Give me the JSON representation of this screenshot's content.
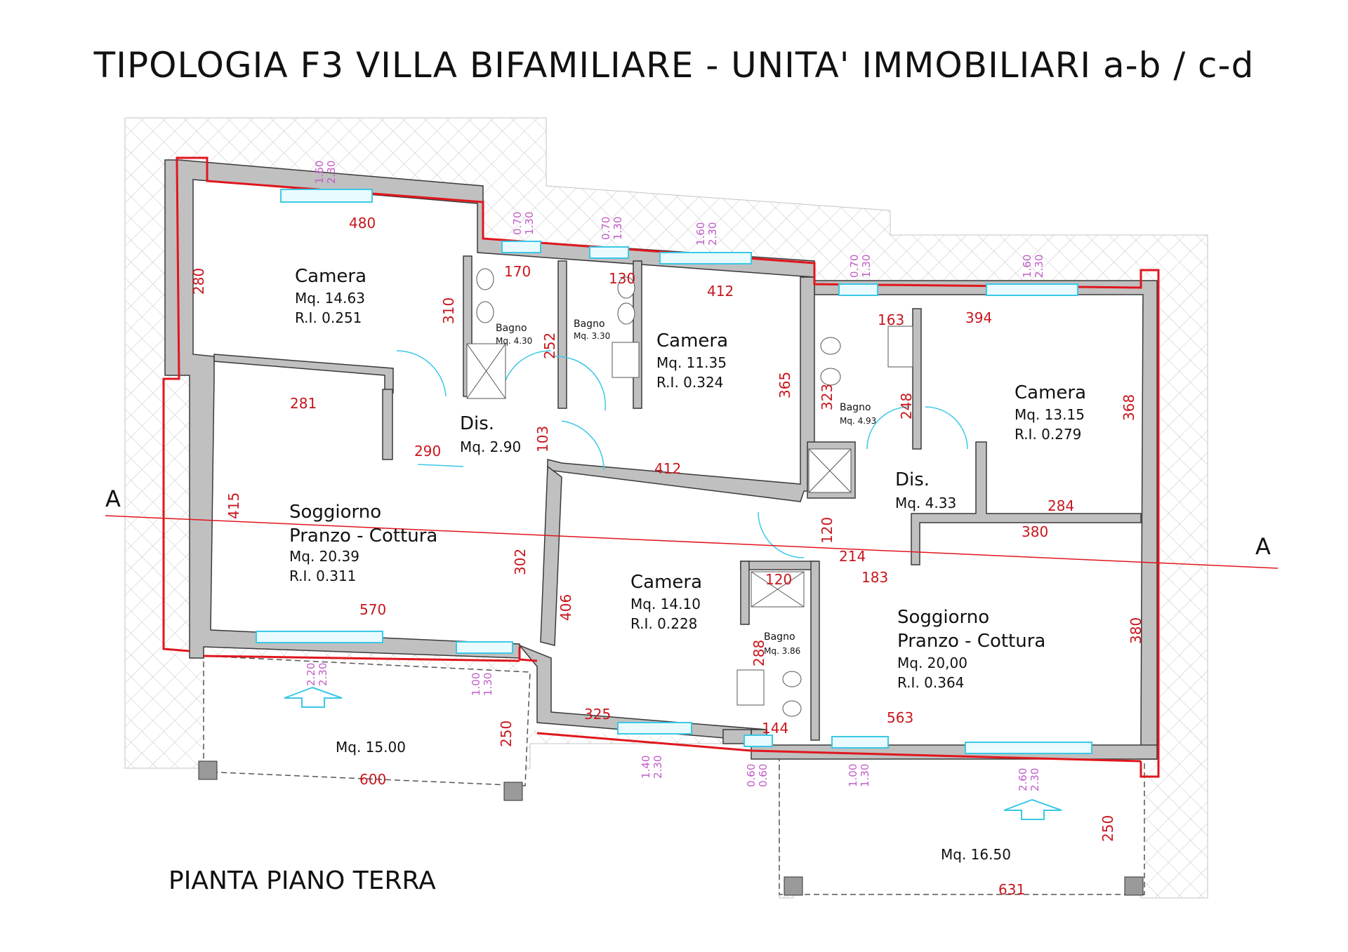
{
  "title": "TIPOLOGIA F3 VILLA BIFAMILIARE - UNITA' IMMOBILIARI  a-b / c-d",
  "subtitle": "PIANTA PIANO TERRA",
  "section_marks": [
    "A",
    "A"
  ],
  "colors": {
    "wall": "#c0c0c0",
    "wall_outline": "#3a3a3a",
    "outer_line": "#e0161d",
    "dimension": "#c8161d",
    "window": "#3cc8e6",
    "window_label": "#c05cc8",
    "hatch": "#bdbdbd"
  },
  "rooms": [
    {
      "name": "Camera",
      "area": "Mq. 14.63",
      "ri": "R.I. 0.251"
    },
    {
      "name": "Bagno",
      "area": "Mq. 4.30"
    },
    {
      "name": "Bagno",
      "area": "Mq. 3.30"
    },
    {
      "name": "Camera",
      "area": "Mq. 11.35",
      "ri": "R.I. 0.324"
    },
    {
      "name": "Dis.",
      "area": "Mq. 2.90"
    },
    {
      "name": "Soggiorno",
      "name2": "Pranzo - Cottura",
      "area": "Mq. 20.39",
      "ri": "R.I. 0.311"
    },
    {
      "name": "Camera",
      "area": "Mq. 14.10",
      "ri": "R.I. 0.228"
    },
    {
      "name": "Bagno",
      "area": "Mq. 3.86"
    },
    {
      "name": "Bagno",
      "area": "Mq. 4.93"
    },
    {
      "name": "Dis.",
      "area": "Mq. 4.33"
    },
    {
      "name": "Camera",
      "area": "Mq. 13.15",
      "ri": "R.I. 0.279"
    },
    {
      "name": "Soggiorno",
      "name2": "Pranzo - Cottura",
      "area": "Mq. 20,00",
      "ri": "R.I. 0.364"
    }
  ],
  "porches": [
    {
      "area": "Mq. 15.00",
      "width": "600",
      "depth": "250"
    },
    {
      "area": "Mq. 16.50",
      "width": "631",
      "depth": "250"
    }
  ],
  "dimensions": [
    "480",
    "280",
    "170",
    "310",
    "130",
    "252",
    "412",
    "365",
    "323",
    "163",
    "394",
    "248",
    "368",
    "281",
    "290",
    "103",
    "412",
    "415",
    "302",
    "406",
    "120",
    "214",
    "183",
    "120",
    "284",
    "380",
    "570",
    "288",
    "380",
    "325",
    "144",
    "563"
  ],
  "window_labels": [
    [
      "1.60",
      "2.30"
    ],
    [
      "0.70",
      "1.30"
    ],
    [
      "0.70",
      "1.30"
    ],
    [
      "1.60",
      "2.30"
    ],
    [
      "0.70",
      "1.30"
    ],
    [
      "1.60",
      "2.30"
    ],
    [
      "2.20",
      "2.30"
    ],
    [
      "1.00",
      "1.30"
    ],
    [
      "1.40",
      "2.30"
    ],
    [
      "0.60",
      "0.60"
    ],
    [
      "1.00",
      "1.30"
    ],
    [
      "2.60",
      "2.30"
    ]
  ]
}
